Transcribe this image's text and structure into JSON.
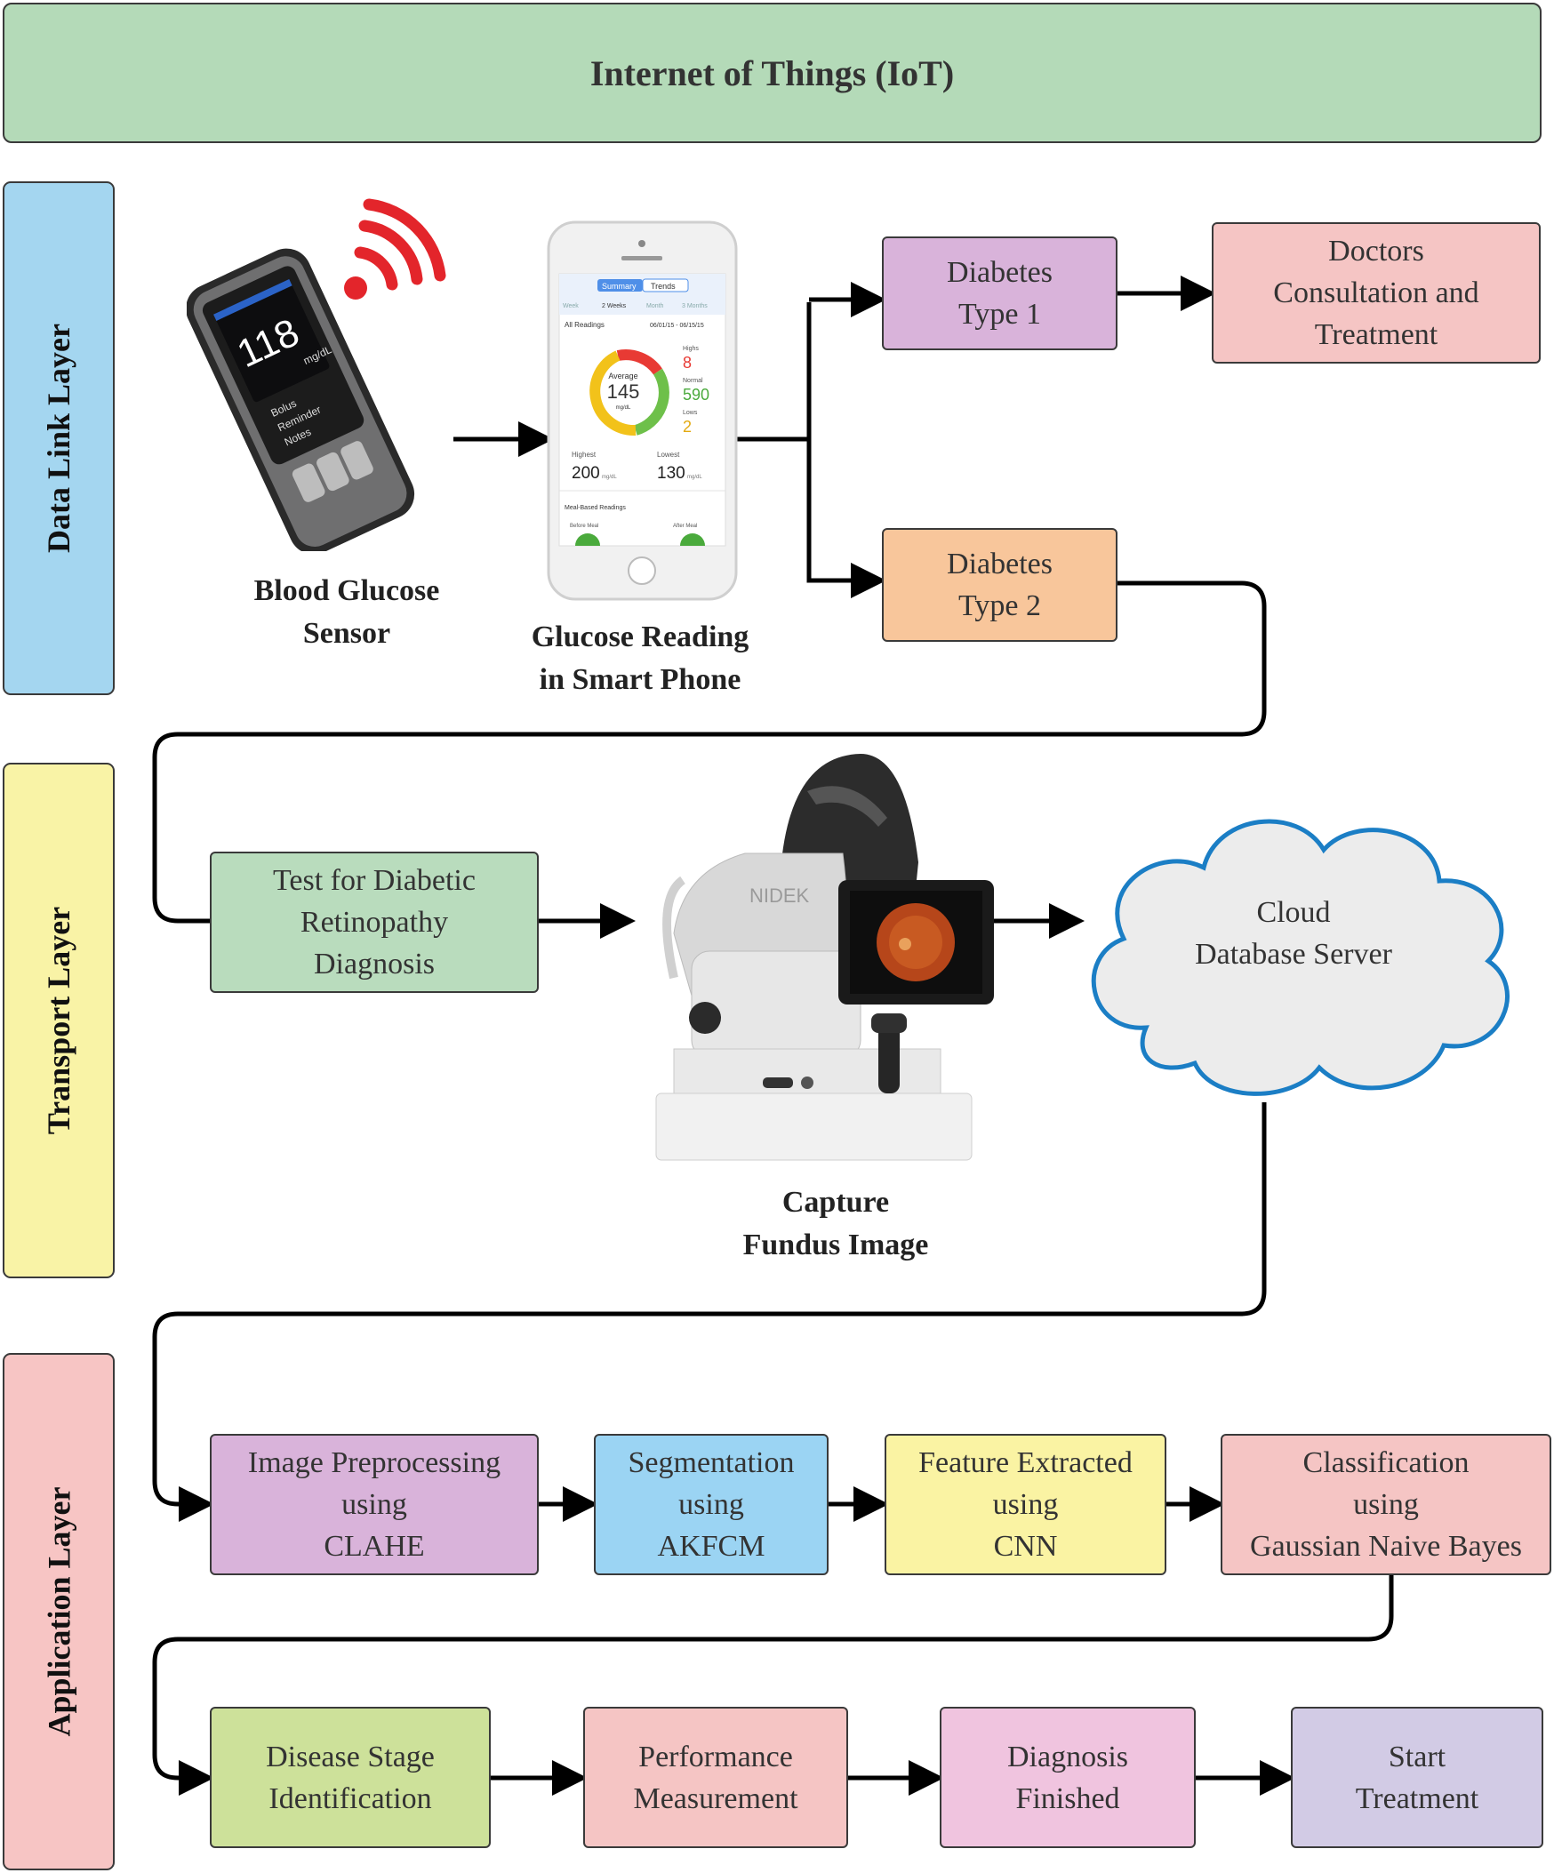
{
  "title": "Internet of Things (IoT)",
  "layers": {
    "data_link": "Data Link Layer",
    "transport": "Transport Layer",
    "application": "Application Layer"
  },
  "captions": {
    "sensor": [
      "Blood Glucose",
      "Sensor"
    ],
    "phone": [
      "Glucose Reading",
      "in Smart Phone"
    ],
    "fundus": [
      "Capture",
      "Fundus Image"
    ]
  },
  "device_text": {
    "meter_reading": "118",
    "meter_unit": "mg/dL",
    "meter_buttons": [
      "Bolus",
      "Reminder",
      "Notes"
    ],
    "camera_brand": "NIDEK",
    "phone_tabs": [
      "Summary",
      "Trends"
    ],
    "phone_ranges": [
      "Week",
      "2 Weeks",
      "Month",
      "3 Months"
    ],
    "phone_section": "All Readings",
    "phone_dates": "06/01/15 - 06/15/15",
    "phone_average_label": "Average",
    "phone_average": "145",
    "phone_average_unit": "mg/dL",
    "phone_highs_label": "Highs",
    "phone_highs": "8",
    "phone_normal_label": "Normal",
    "phone_normal": "590",
    "phone_lows_label": "Lows",
    "phone_lows": "2",
    "phone_highest_label": "Highest",
    "phone_highest": "200",
    "phone_lowest_label": "Lowest",
    "phone_lowest": "130",
    "phone_unit": "mg/dL",
    "phone_meal_section": "Meal-Based Readings",
    "phone_before_meal": "Before Meal",
    "phone_after_meal": "After Meal"
  },
  "nodes": {
    "type1": [
      "Diabetes",
      "Type 1"
    ],
    "type2": [
      "Diabetes",
      "Type 2"
    ],
    "doctors": [
      "Doctors",
      "Consultation and",
      "Treatment"
    ],
    "test": [
      "Test for Diabetic",
      "Retinopathy",
      "Diagnosis"
    ],
    "cloud": [
      "Cloud",
      "Database Server"
    ],
    "preprocess": [
      "Image Preprocessing",
      "using",
      "CLAHE"
    ],
    "segmentation": [
      "Segmentation",
      "using",
      "AKFCM"
    ],
    "feature": [
      "Feature Extracted",
      "using",
      "CNN"
    ],
    "classification": [
      "Classification",
      "using",
      "Gaussian Naive Bayes"
    ],
    "disease_stage": [
      "Disease Stage",
      "Identification"
    ],
    "performance": [
      "Performance",
      "Measurement"
    ],
    "diagnosis": [
      "Diagnosis",
      "Finished"
    ],
    "treatment": [
      "Start",
      "Treatment"
    ]
  },
  "colors": {
    "title_bg": "#b4dab8",
    "data_link_bg": "#a4d6f0",
    "transport_bg": "#f9f3a6",
    "application_bg": "#f7c5c4",
    "purple": "#d9b3da",
    "pink": "#f5c5c4",
    "orange": "#f8c69b",
    "green": "#b9dcbd",
    "blue": "#9bd4f3",
    "yellow": "#faf3a3",
    "lime": "#cde19a",
    "magenta": "#f0c4df",
    "lavender": "#d2cbe5",
    "cloud_stroke": "#1b7ec5",
    "cloud_fill": "#ececec"
  }
}
